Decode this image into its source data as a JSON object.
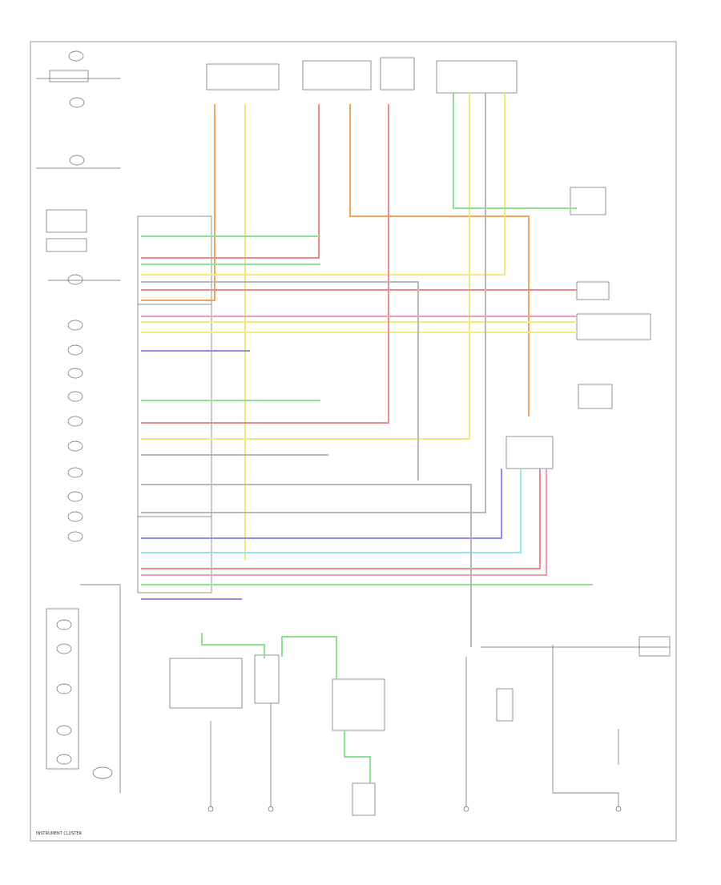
{
  "diagram": {
    "footer_label": "INSTRUMENT CLUSTER",
    "colors": {
      "background": "#ffffff",
      "frame": "#9a9a9a",
      "ink": "#555555",
      "orange": "#f5a25a",
      "yellow": "#f3ec7a",
      "red": "#f08a8a",
      "pink": "#f39cb8",
      "green": "#8fe08f",
      "blue": "#8c8cf0",
      "cyan": "#8ee8ef",
      "gray": "#b8b8b8"
    },
    "wire_colors": [
      "orange",
      "yellow",
      "red",
      "pink",
      "green",
      "blue",
      "cyan",
      "gray"
    ]
  }
}
